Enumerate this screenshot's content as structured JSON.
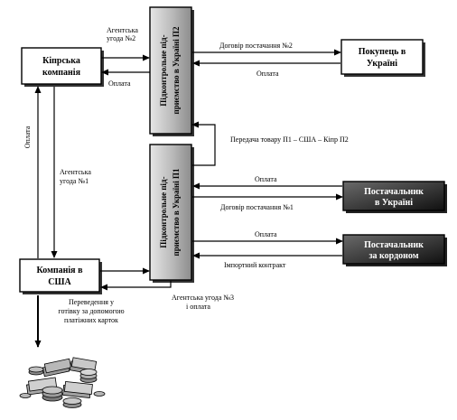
{
  "nodes": {
    "cyprus": [
      "Кіпрська",
      "компанія"
    ],
    "usa": [
      "Компанія в",
      "США"
    ],
    "p2": [
      "Підконтрольне під-",
      "приємство в Україні П2"
    ],
    "p1": [
      "Підконтрольне під-",
      "приємство в Україні П1"
    ],
    "buyer": [
      "Покупець в",
      "Україні"
    ],
    "supplier_ua": [
      "Постачальник",
      "в Україні"
    ],
    "supplier_abroad": [
      "Постачальник",
      "за кордоном"
    ]
  },
  "edges": {
    "agency2": [
      "Агентська",
      "угода №2"
    ],
    "payment_cy_p2": "Оплата",
    "supply2": "Договір постачання №2",
    "payment_buyer": "Оплата",
    "transfer": "Передача товару П1 – США – Кіпр П2",
    "payment_sup_ua": "Оплата",
    "supply1": "Договір постачання №1",
    "payment_sup_abroad": "Оплата",
    "import_contract": "Імпортний контракт",
    "payment_usa_cy": "Оплата",
    "agency1": [
      "Агентська",
      "угода №1"
    ],
    "agency3": [
      "Агентська угода №3",
      "і оплата"
    ],
    "cash_transfer": [
      "Переведення у",
      "готівку за допомогою",
      "платіжних карток"
    ]
  },
  "colors": {
    "box_dark": "#1a1a1a",
    "box_mid": "#555555",
    "shadow": "#333333"
  },
  "icons": {
    "money": "money-stack-icon"
  }
}
